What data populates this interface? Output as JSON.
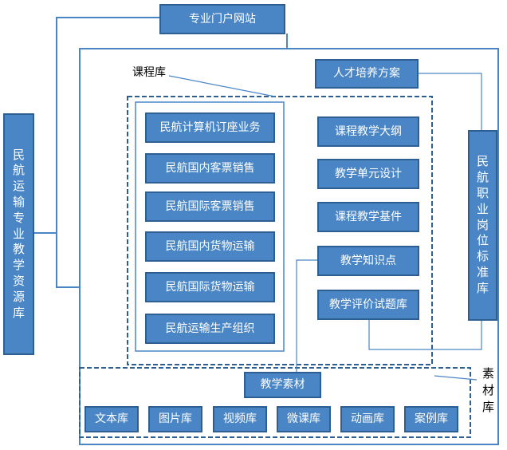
{
  "portal": "专业门户网站",
  "resource_library": "民航运输专业教学资源库",
  "job_standard_library": "民航职业岗位标准库",
  "talent_plan": "人才培养方案",
  "course_library_label": "课程库",
  "courses": [
    "民航计算机订座业务",
    "民航国内客票销售",
    "民航国际客票销售",
    "民航国内货物运输",
    "民航国际货物运输",
    "民航运输生产组织"
  ],
  "course_components": [
    "课程教学大纲",
    "教学单元设计",
    "课程教学基件",
    "教学知识点",
    "教学评价试题库"
  ],
  "material_library_label": "素材库",
  "teaching_material": "教学素材",
  "material_types": [
    "文本库",
    "图片库",
    "视频库",
    "微课库",
    "动画库",
    "案例库"
  ]
}
